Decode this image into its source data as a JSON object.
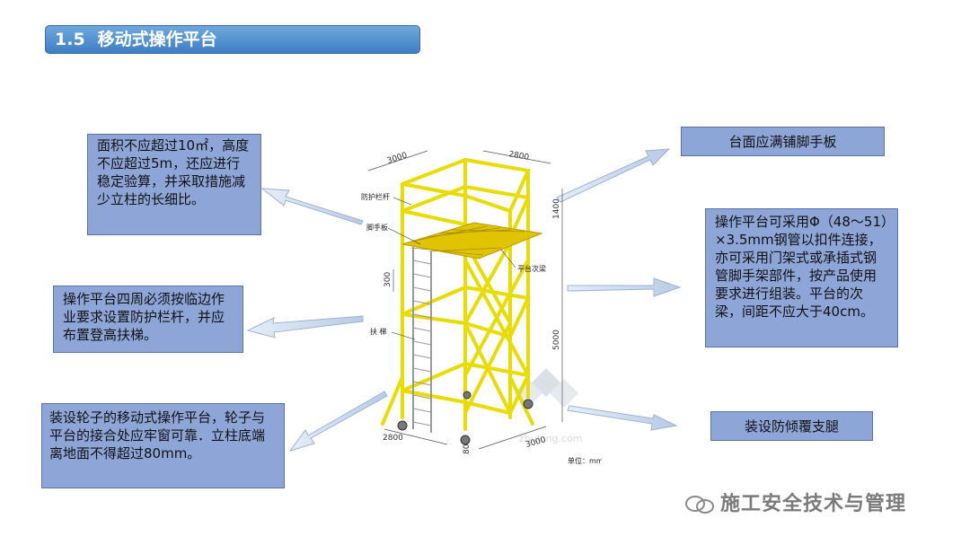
{
  "title": {
    "number": "1.5",
    "text": "移动式操作平台"
  },
  "callouts": {
    "area_limit": "面积不应超过10㎡，高度不应超过5m，还应进行稳定验算，并采取措施减少立柱的长细比。",
    "guardrail": "操作平台四周必须按临边作业要求设置防护栏杆，并应布置登高扶梯。",
    "wheels": "装设轮子的移动式操作平台，轮子与平台的接合处应牢窗可靠．立柱底端离地面不得超过80mm。",
    "scaffold_board": "台面应满铺脚手板",
    "steel_pipe": "操作平台可采用Φ（48～51）×3.5mm钢管以扣件连接，亦可采用门架式或承插式钢管脚手架部件，按产品使用要求进行组装。平台的次梁，间距不应大于40cm。",
    "anti_tip": "装设防倾覆支腿"
  },
  "diagram": {
    "labels": {
      "guard_rail": "防护栏杆",
      "scaffold_board": "脚手板",
      "secondary_beam": "平台次梁",
      "ladder": "扶 梯",
      "unit": "单位：mm"
    },
    "dimensions": {
      "top_left": "3000",
      "top_right": "2800",
      "rail_height": "1400",
      "rung_spacing": "300",
      "height": "5000",
      "bottom_left": "2800",
      "bottom_right": "3000",
      "wheel_gap": "80"
    },
    "site_mark": "zhulong.com"
  },
  "watermark": "施工安全技术与管理",
  "colors": {
    "title_bar": "#4a8bd0",
    "callout_box": "#8ea5d8",
    "scaffold": "#f2e600",
    "arrow": "#c7d6ea"
  }
}
